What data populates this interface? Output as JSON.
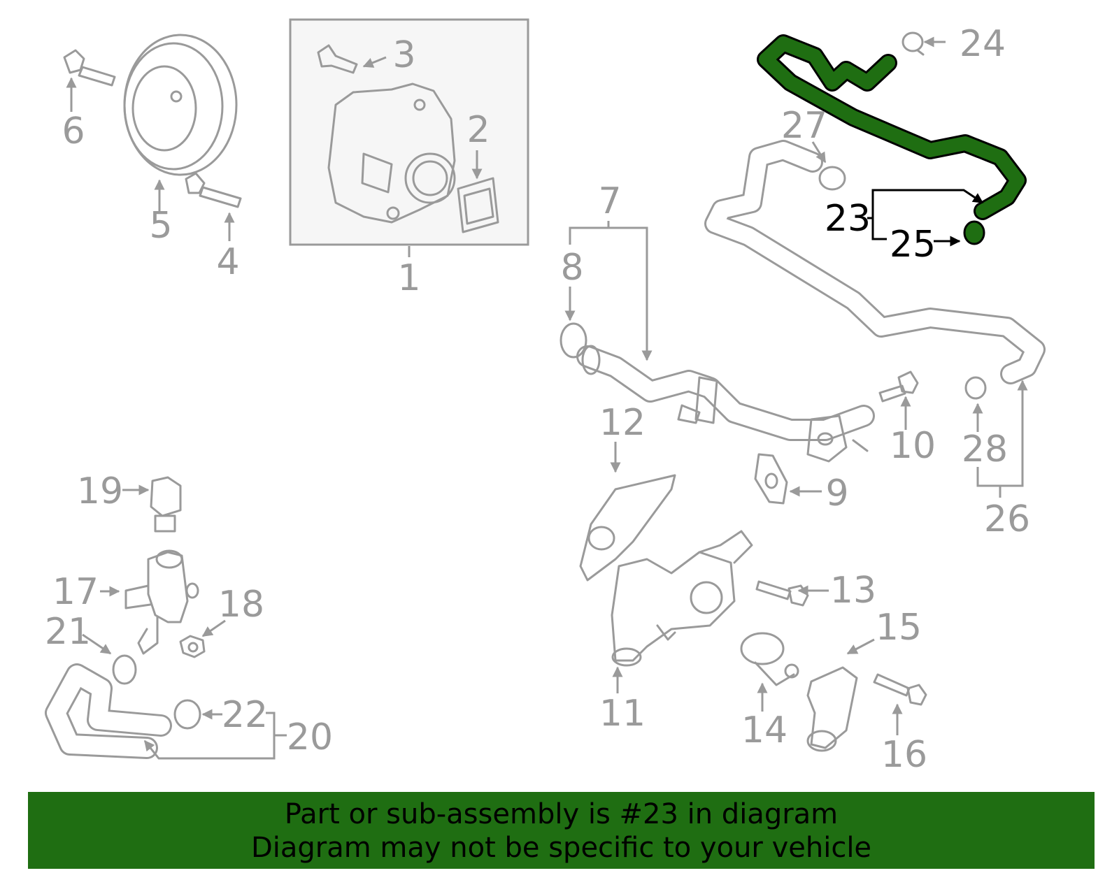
{
  "colors": {
    "line": "#9a9a9a",
    "highlight": "#1f6e12",
    "banner": "#1f6e12",
    "text_dark": "#000000"
  },
  "callouts": [
    "1",
    "2",
    "3",
    "4",
    "5",
    "6",
    "7",
    "8",
    "9",
    "10",
    "11",
    "12",
    "13",
    "14",
    "15",
    "16",
    "17",
    "18",
    "19",
    "20",
    "21",
    "22",
    "23",
    "24",
    "25",
    "26",
    "27",
    "28"
  ],
  "highlighted_part": "23",
  "banner": {
    "line1": "Part or sub-assembly is #23 in diagram",
    "line2": "Diagram may not be specific to your vehicle"
  }
}
